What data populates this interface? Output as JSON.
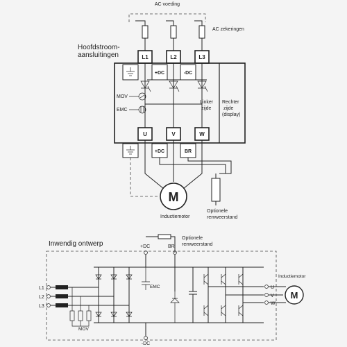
{
  "top": {
    "ac_supply": "AC voeding",
    "ac_fuses": "AC zekeringen",
    "main_connections_line1": "Hoofdstroom-",
    "main_connections_line2": "aansluitingen",
    "terminals_top": [
      "L1",
      "L2",
      "L3"
    ],
    "dc_plus": "+DC",
    "dc_minus": "-DC",
    "mov": "MOV",
    "emc": "EMC",
    "left_side_line1": "Linker",
    "left_side_line2": "zijde",
    "right_side_line1": "Rechter",
    "right_side_line2": "zijde",
    "right_side_line3": "(display)",
    "terminals_bottom": [
      "U",
      "V",
      "W"
    ],
    "br": "BR",
    "motor_symbol": "M",
    "induction_motor": "Inductiemotor",
    "brake_resistor_line1": "Optionele",
    "brake_resistor_line2": "remweerstand"
  },
  "bottom": {
    "title": "Inwendig ontwerp",
    "dc_plus": "+DC",
    "dc_minus": "-DC",
    "br": "BR",
    "brake_resistor_line1": "Optionele",
    "brake_resistor_line2": "remweerstand",
    "emc": "EMC",
    "mov": "MOV",
    "inputs": [
      "L1",
      "L2",
      "L3"
    ],
    "outputs": [
      "U",
      "V",
      "W"
    ],
    "induction_motor": "Inductiemotor",
    "motor_symbol": "M"
  }
}
